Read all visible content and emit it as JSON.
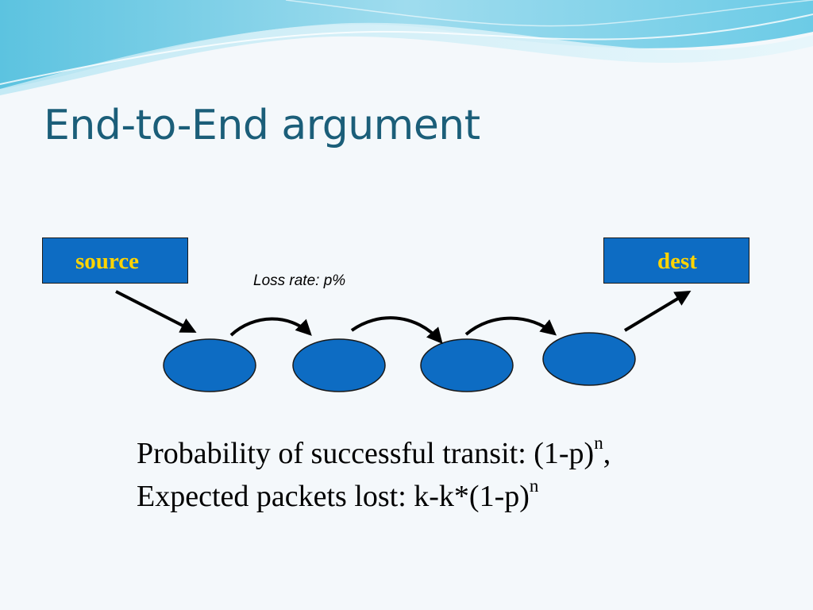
{
  "slide": {
    "title": "End-to-End argument",
    "source_label": "source",
    "dest_label": "dest",
    "loss_label": "Loss rate: p%",
    "line1": {
      "text": "Probability of successful transit: (1-p)",
      "sup": "n",
      "trail": ","
    },
    "line2": {
      "text": "Expected packets lost: k-k*(1-p)",
      "sup": "n"
    }
  },
  "colors": {
    "title": "#1b5e79",
    "node_fill": "#0d6cc3",
    "node_label": "#ffd400",
    "arrow": "#000000"
  },
  "router_count": 4
}
